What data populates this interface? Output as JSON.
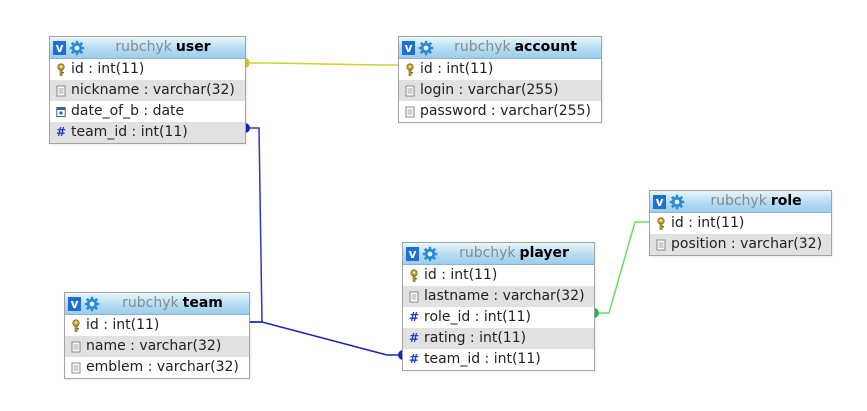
{
  "colors": {
    "link_user_account": "#d1d12a",
    "link_user_team": "#3333cc",
    "link_team_player": "#1e24b8",
    "link_player_role": "#66dd66"
  },
  "tables": {
    "user": {
      "db": "rubchyk",
      "name": "user",
      "columns": [
        {
          "text": "id : int(11)",
          "icon": "primary-key-icon"
        },
        {
          "text": "nickname : varchar(32)",
          "icon": "text-field-icon"
        },
        {
          "text": "date_of_b : date",
          "icon": "date-field-icon"
        },
        {
          "text": "team_id : int(11)",
          "icon": "numeric-field-icon"
        }
      ]
    },
    "account": {
      "db": "rubchyk",
      "name": "account",
      "columns": [
        {
          "text": "id : int(11)",
          "icon": "primary-key-icon"
        },
        {
          "text": "login : varchar(255)",
          "icon": "text-field-icon"
        },
        {
          "text": "password : varchar(255)",
          "icon": "text-field-icon"
        }
      ]
    },
    "role": {
      "db": "rubchyk",
      "name": "role",
      "columns": [
        {
          "text": "id : int(11)",
          "icon": "primary-key-icon"
        },
        {
          "text": "position : varchar(32)",
          "icon": "text-field-icon"
        }
      ]
    },
    "player": {
      "db": "rubchyk",
      "name": "player",
      "columns": [
        {
          "text": "id : int(11)",
          "icon": "primary-key-icon"
        },
        {
          "text": "lastname : varchar(32)",
          "icon": "text-field-icon"
        },
        {
          "text": "role_id : int(11)",
          "icon": "numeric-field-icon"
        },
        {
          "text": "rating : int(11)",
          "icon": "numeric-field-icon"
        },
        {
          "text": "team_id : int(11)",
          "icon": "numeric-field-icon"
        }
      ]
    },
    "team": {
      "db": "rubchyk",
      "name": "team",
      "columns": [
        {
          "text": "id : int(11)",
          "icon": "primary-key-icon"
        },
        {
          "text": "name : varchar(32)",
          "icon": "text-field-icon"
        },
        {
          "text": "emblem : varchar(32)",
          "icon": "text-field-icon"
        }
      ]
    }
  }
}
